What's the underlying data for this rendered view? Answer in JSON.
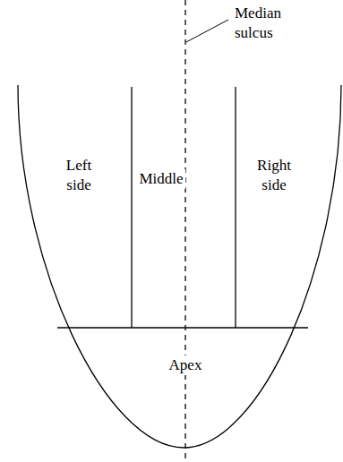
{
  "diagram": {
    "labels": [
      "Median sulcus",
      "Left side",
      "Middle",
      "Right side",
      "Apex"
    ]
  }
}
